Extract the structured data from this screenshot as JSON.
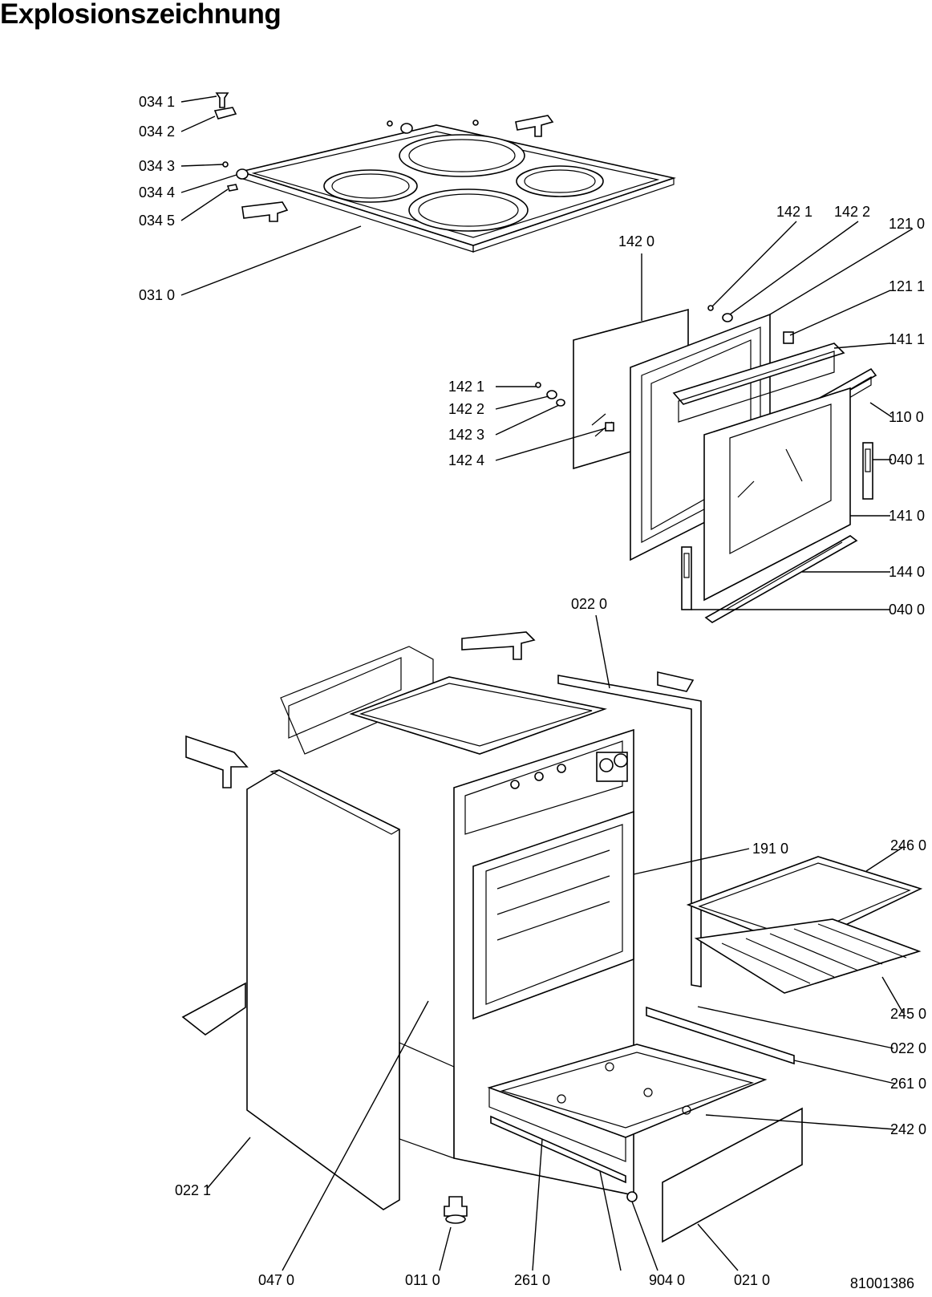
{
  "title": "Explosionszeichnung",
  "document_number": "81001386",
  "labels": {
    "l0341": "034 1",
    "l0342": "034 2",
    "l0343": "034 3",
    "l0344": "034 4",
    "l0345": "034 5",
    "l0310": "031 0",
    "l1420a": "142 0",
    "l1421a": "142 1",
    "l1422a": "142 2",
    "l1210": "121 0",
    "l1211": "121 1",
    "l1411": "141 1",
    "l1421b": "142 1",
    "l1422b": "142 2",
    "l1423": "142 3",
    "l1424": "142 4",
    "l1100": "110 0",
    "l0401": "040 1",
    "l1410": "141 0",
    "l1440": "144 0",
    "l0400": "040 0",
    "l0220a": "022 0",
    "l1910": "191 0",
    "l2460": "246 0",
    "l2450": "245 0",
    "l0220b": "022 0",
    "l2610a": "261 0",
    "l2420": "242 0",
    "l0221": "022 1",
    "l0470": "047 0",
    "l0110": "011 0",
    "l2610b": "261 0",
    "l9040": "904 0",
    "l0210": "021 0"
  }
}
